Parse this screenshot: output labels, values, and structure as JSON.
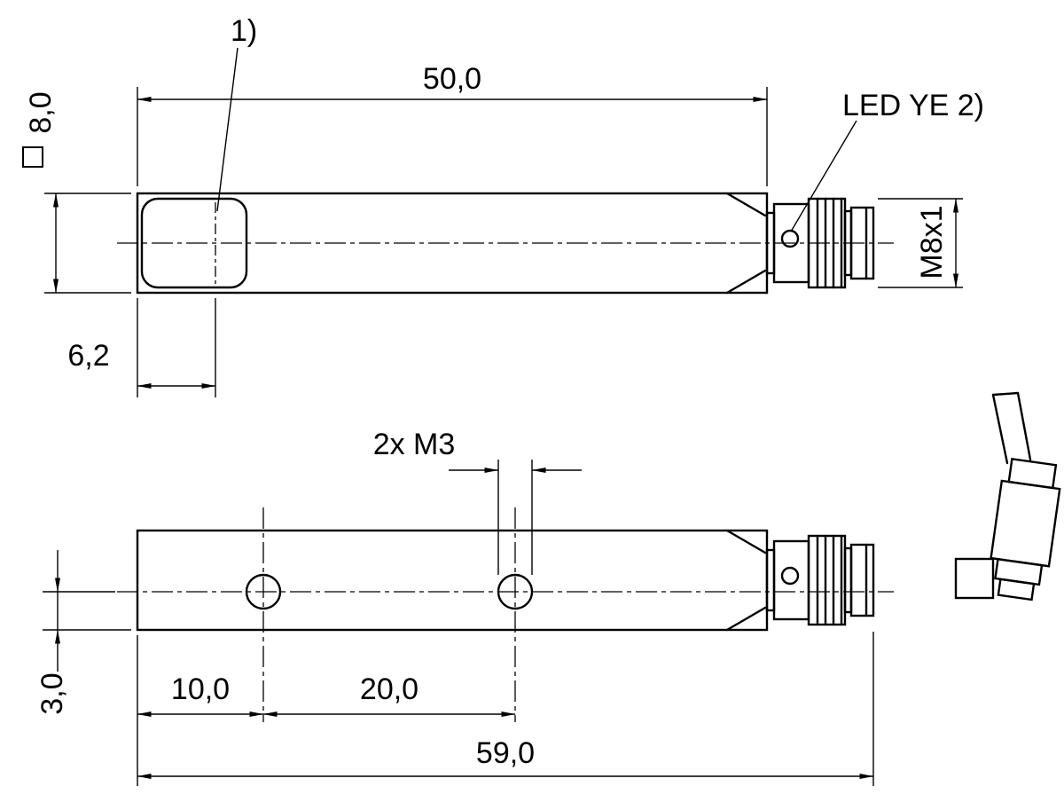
{
  "background_color": "#ffffff",
  "line_color": "#000000",
  "labels": {
    "note_1": "1)",
    "led": "LED YE 2)",
    "thread_size": "M8x1",
    "mounting_holes": "2x M3"
  },
  "dimensions": {
    "body_length": "50,0",
    "body_cross_section": "8,0",
    "active_face_width": "6,2",
    "hole_center_offset": "3,0",
    "first_hole_distance": "10,0",
    "hole_spacing": "20,0",
    "overall_length": "59,0"
  },
  "icons": {
    "square_section_symbol": "white-square-outline"
  }
}
